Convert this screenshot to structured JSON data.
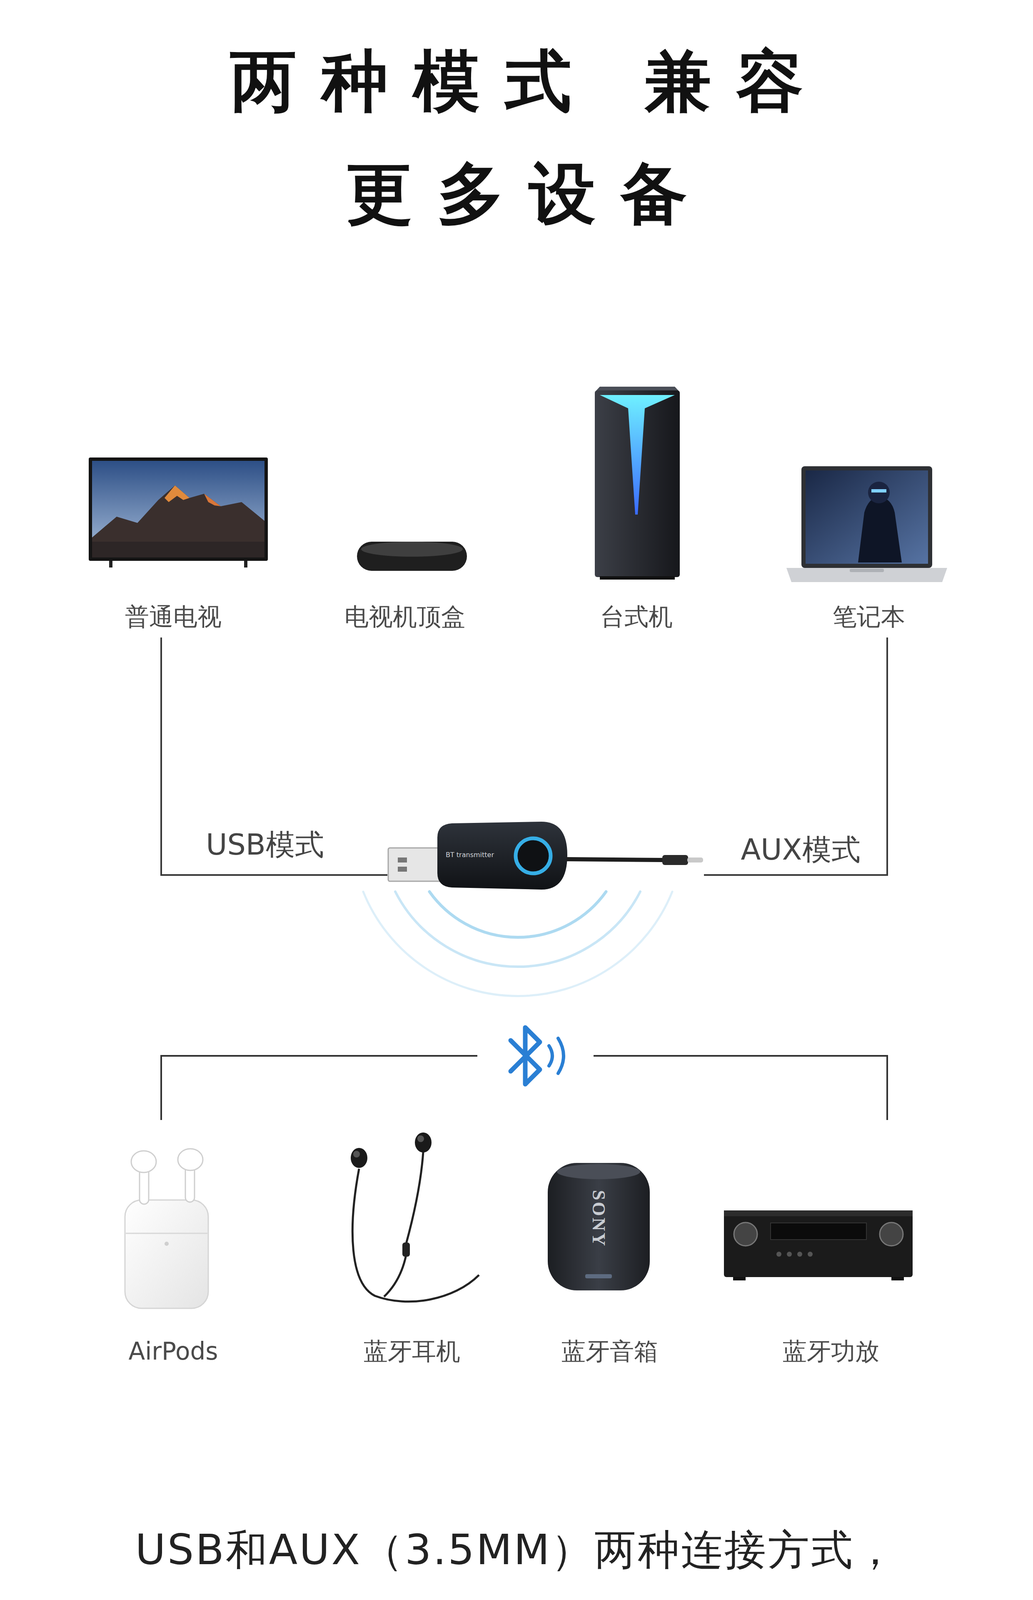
{
  "diagram": {
    "title": "两种模式 兼容更多设备",
    "nodes": [
      {
        "text": [
          "普通电视"
        ]
      },
      {
        "text": [
          "电视机顶盒"
        ]
      },
      {
        "text": [
          "台式机"
        ]
      },
      {
        "text": [
          "笔记本"
        ]
      },
      {
        "text": [
          "BT transmitter"
        ]
      },
      {
        "text": [
          "AirPods"
        ]
      },
      {
        "text": [
          "蓝牙耳机"
        ]
      },
      {
        "text": [
          "蓝牙音箱"
        ]
      },
      {
        "text": [
          "蓝牙功放"
        ]
      }
    ],
    "edges": [
      {
        "from": 0,
        "to": 4,
        "label": "USB模式",
        "arrow": "none"
      },
      {
        "from": 3,
        "to": 4,
        "label": "AUX模式",
        "arrow": "none"
      }
    ],
    "labels": [
      "SONY"
    ],
    "caption": "USB和AUX（3.5MM）两种连接方式，"
  }
}
